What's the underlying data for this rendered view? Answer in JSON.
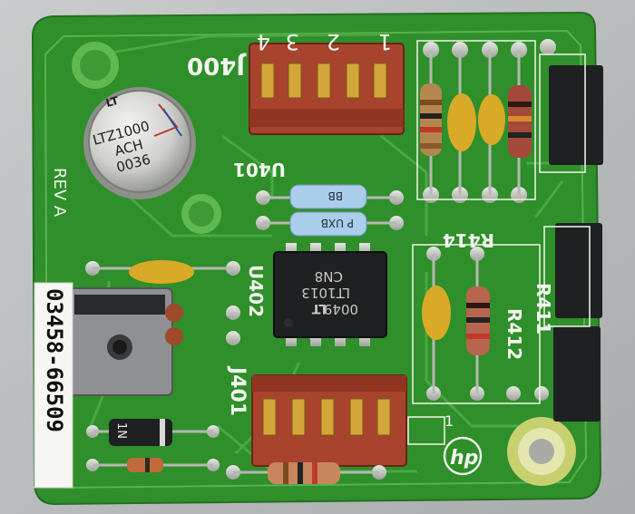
{
  "board": {
    "revision": "REV A",
    "part_number": "03458-66509",
    "logo": "hp"
  },
  "silkscreen": {
    "connector_j400": "J400",
    "connector_j401": "J401",
    "pin_numbers": [
      "4",
      "3",
      "2",
      "1"
    ],
    "u401": "U401",
    "u402": "U402",
    "r414": "R414",
    "r412": "R412",
    "r411": "R411",
    "pin_one_marker": "1"
  },
  "components": {
    "reference_can": {
      "logo": "LT",
      "line1": "LTZ1000",
      "line2": "ACH",
      "line3": "0036"
    },
    "opamp": {
      "logo": "LT",
      "line1": "0049",
      "line2": "LT1013",
      "line3": "CN8"
    },
    "resistor_top_label": "BB",
    "resistor_bottom_label": "P UXB",
    "diode_label": "1N"
  },
  "colors": {
    "pcb_green": "#2f8f2a",
    "pcb_trace": "#3fa53a",
    "background_metal": "#b9bcbd",
    "connector_red": "#a8432e",
    "chip_black": "#1f2021",
    "capacitor_yellow": "#e0b02a",
    "silkscreen_white": "#f2f6ee"
  }
}
